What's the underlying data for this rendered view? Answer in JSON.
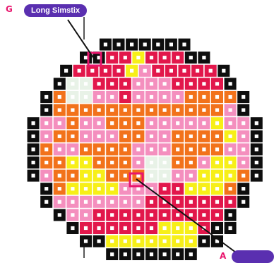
{
  "callout_top": {
    "letter": "G",
    "label": "Long Simstix"
  },
  "callout_bottom": {
    "letter": "A",
    "label": ""
  },
  "colors": {
    "black": "#0e0e0e",
    "red": "#e2174b",
    "pink": "#f48fbe",
    "orange": "#f2721b",
    "yellow": "#f7ef18",
    "mint": "#e8f2e7",
    "highlight": "#e8156d",
    "accent": "#5a2fb0"
  },
  "grid": {
    "rows": [
      "..........",
      "....KKKKKKK....",
      "...KKRRYRRRKK...",
      "..KRRRRYPRRRRRK..",
      "..KMMRRRPPPRRRRK..",
      ".KOMMPPRPPPPOOOOK.",
      ".KOOOOOOOOOOOOOPK.",
      "KPPOPPOOOPPPPPYPPK",
      "KPOOPPPOOPPOOOOYPK",
      "KOPPOOOOPPPOOOOPPK",
      "KOOYYOOOPMMOOPYYPK",
      "KPOOYYOOOMMPPYYYOK",
      ".KOYYYYPPPRRYYYOK.",
      ".KPPPPPPPRRRRRRRK.",
      "..KPPRRRRRRRRRRK..",
      "...KRRRRRRYYYRKK..",
      "....KKYYYYYYYKK...",
      "......KKKKKKK....."
    ]
  }
}
